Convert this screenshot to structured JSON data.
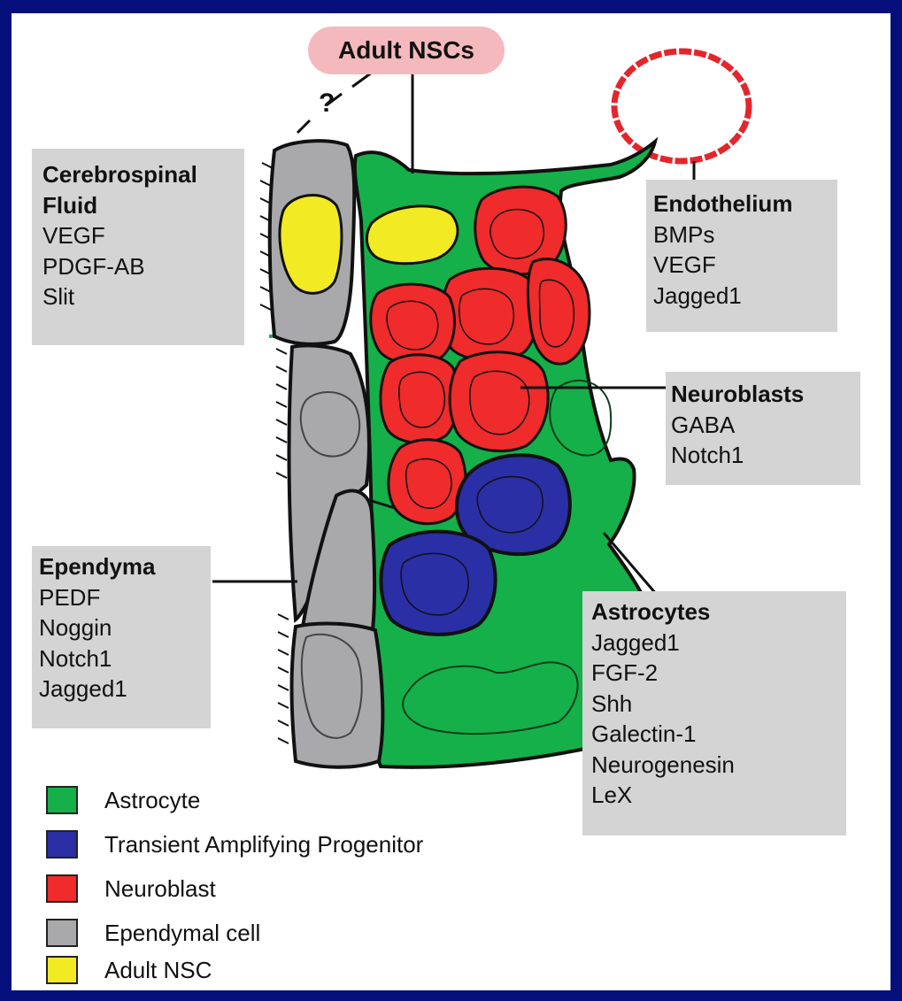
{
  "title_pill": "Adult NSCs",
  "question_mark": "?",
  "colors": {
    "border": "#050f7c",
    "astrocyte": "#15b04a",
    "tap": "#2a2fa6",
    "neuroblast": "#ef2b2b",
    "ependymal": "#a9a9ab",
    "nsc": "#f2ea22",
    "vessel": "#e3262c",
    "box": "#d4d4d4",
    "pill": "#f4b9bd"
  },
  "boxes": {
    "csf": {
      "head": [
        "Cerebrospinal",
        "Fluid"
      ],
      "items": [
        "VEGF",
        "PDGF-AB",
        "Slit"
      ]
    },
    "endothelium": {
      "head": [
        "Endothelium"
      ],
      "items": [
        "BMPs",
        "VEGF",
        "Jagged1"
      ]
    },
    "neuroblasts": {
      "head": [
        "Neuroblasts"
      ],
      "items": [
        "GABA",
        "Notch1"
      ]
    },
    "ependyma": {
      "head": [
        "Ependyma"
      ],
      "items": [
        "PEDF",
        "Noggin",
        "Notch1",
        "Jagged1"
      ]
    },
    "astrocytes": {
      "head": [
        "Astrocytes"
      ],
      "items": [
        "Jagged1",
        "FGF-2",
        "Shh",
        "Galectin-1",
        "Neurogenesin",
        "LeX"
      ]
    }
  },
  "legend": [
    {
      "label": "Astrocyte",
      "color": "#15b04a"
    },
    {
      "label": "Transient Amplifying Progenitor",
      "color": "#2a2fa6"
    },
    {
      "label": "Neuroblast",
      "color": "#ef2b2b"
    },
    {
      "label": "Ependymal cell",
      "color": "#a9a9ab"
    },
    {
      "label": "Adult NSC",
      "color": "#f2ea22"
    }
  ]
}
